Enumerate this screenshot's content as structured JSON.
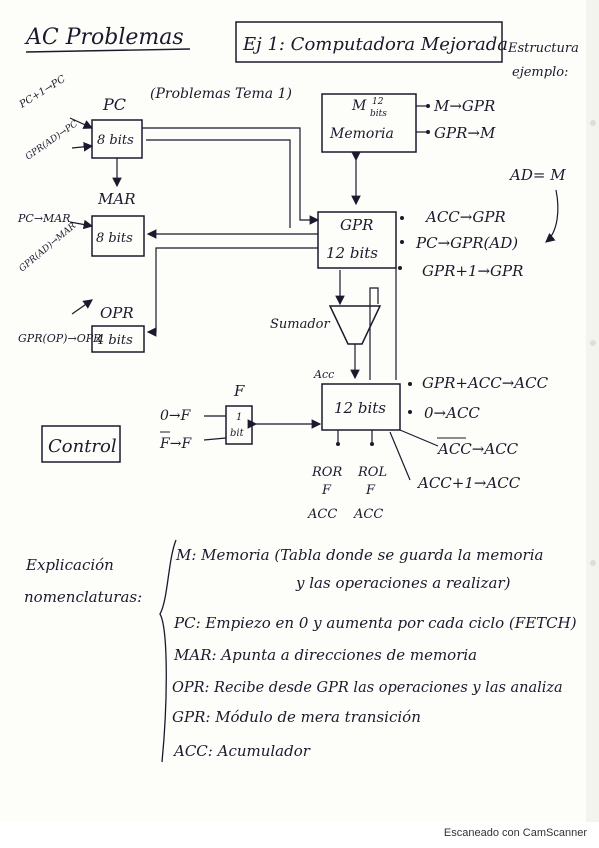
{
  "header": {
    "title": "AC Problemas",
    "exercise_title": "Ej 1: Computadora Mejorada",
    "side_note": "Estructura ejemplo:",
    "subtitle": "(Problemas Tema 1)"
  },
  "diagram": {
    "pc": {
      "name": "PC",
      "size": "8 bits",
      "inputs": [
        "PC+1→PC",
        "GPR(AD)→PC"
      ]
    },
    "mar": {
      "name": "MAR",
      "size": "8 bits",
      "inputs": [
        "PC→MAR",
        "GPR(AD)→MAR"
      ]
    },
    "opr": {
      "name": "OPR",
      "size": "4 bits",
      "inputs": [
        "GPR(OP)→OPR"
      ]
    },
    "memory": {
      "name": "M",
      "size_num": "12",
      "size_unit": "bits",
      "label": "Memoria",
      "outputs": [
        "M→GPR",
        "GPR→M"
      ]
    },
    "gpr": {
      "name": "GPR",
      "size": "12 bits",
      "outputs": [
        "ACC→GPR",
        "PC→GPR(AD)",
        "GPR+1→GPR"
      ]
    },
    "ad_note": "AD= M",
    "adder": {
      "label": "Sumador"
    },
    "acc": {
      "name": "Acc",
      "size": "12 bits",
      "outputs": [
        "GPR+ACC→ACC",
        "0→ACC",
        "ACC→ACC",
        "ACC+1→ACC"
      ],
      "rot_left": [
        "ROR",
        "F",
        "ACC"
      ],
      "rot_right": [
        "ROL",
        "F",
        "ACC"
      ]
    },
    "flag": {
      "name": "F",
      "size_num": "1",
      "size_unit": "bit",
      "inputs": [
        "0→F",
        "F→F"
      ]
    },
    "control": {
      "label": "Control"
    }
  },
  "explanation": {
    "heading_1": "Explicación",
    "heading_2": "nomenclaturas:",
    "items": [
      "M: Memoria (Tabla donde se guarda la memoria",
      "y las operaciones a realizar)",
      "PC: Empiezo en 0 y aumenta por cada ciclo (FETCH)",
      "MAR: Apunta a direcciones de memoria",
      "OPR: Recibe desde GPR las operaciones y las analiza",
      "GPR: Módulo de mera transición",
      "ACC: Acumulador"
    ]
  },
  "footer": {
    "scanner": "Escaneado con CamScanner"
  }
}
